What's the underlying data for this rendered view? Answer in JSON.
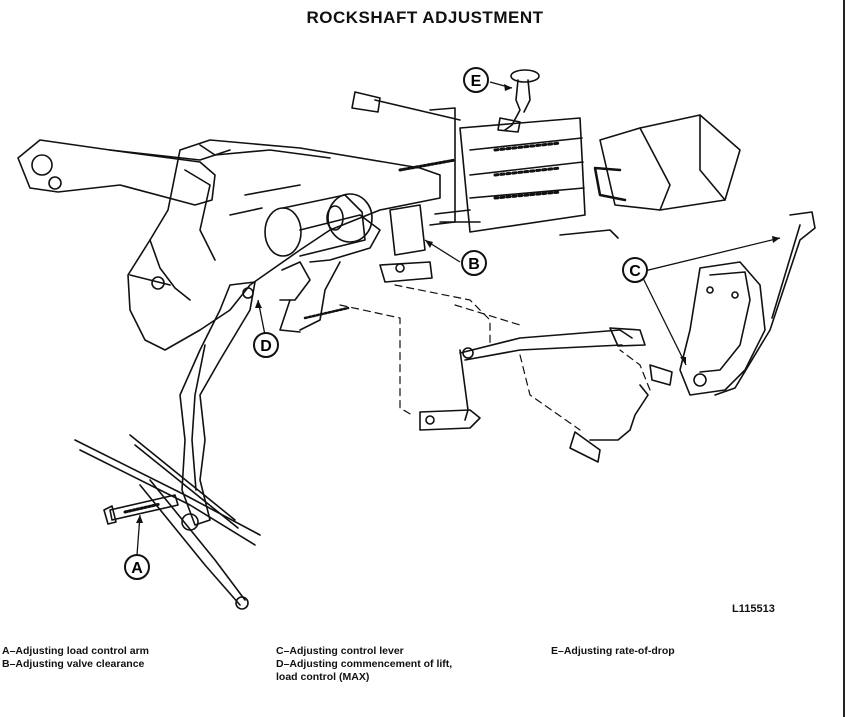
{
  "title": "ROCKSHAFT ADJUSTMENT",
  "figure_ref": "L115513",
  "callouts": {
    "a": "A",
    "b": "B",
    "c": "C",
    "d": "D",
    "e": "E"
  },
  "legend": {
    "col1": [
      "A–Adjusting load control arm",
      "B–Adjusting valve clearance"
    ],
    "col2": [
      "C–Adjusting control lever",
      "D–Adjusting commencement of lift,",
      "load control (MAX)"
    ],
    "col3": [
      "E–Adjusting rate-of-drop"
    ]
  }
}
